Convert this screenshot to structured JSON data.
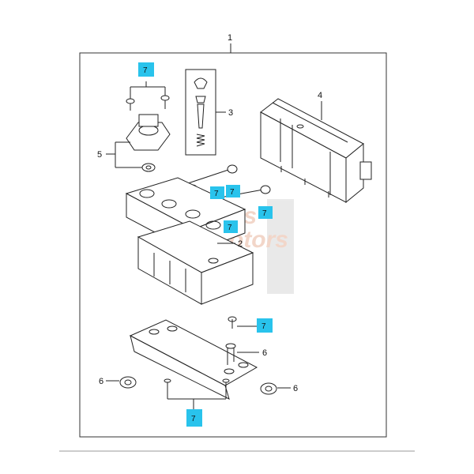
{
  "diagram": {
    "assembly_number": "1",
    "callouts": {
      "c2": "2",
      "c3": "3",
      "c4": "4",
      "c5": "5",
      "c6_center": "6",
      "c6_left": "6",
      "c6_right": "6"
    },
    "tags": {
      "t_top_left": "7",
      "t_middle_a": "7",
      "t_middle_b": "7",
      "t_right": "7",
      "t_middle_c": "7",
      "t_center_right": "7",
      "t_bottom": "7"
    },
    "watermark": {
      "line1": "Parts",
      "line2": "Motors"
    }
  },
  "colors": {
    "tag_fill": "#29c3ec",
    "line": "#222222",
    "watermark": "#e9b59d",
    "footer_rule": "#9a9a9a"
  }
}
